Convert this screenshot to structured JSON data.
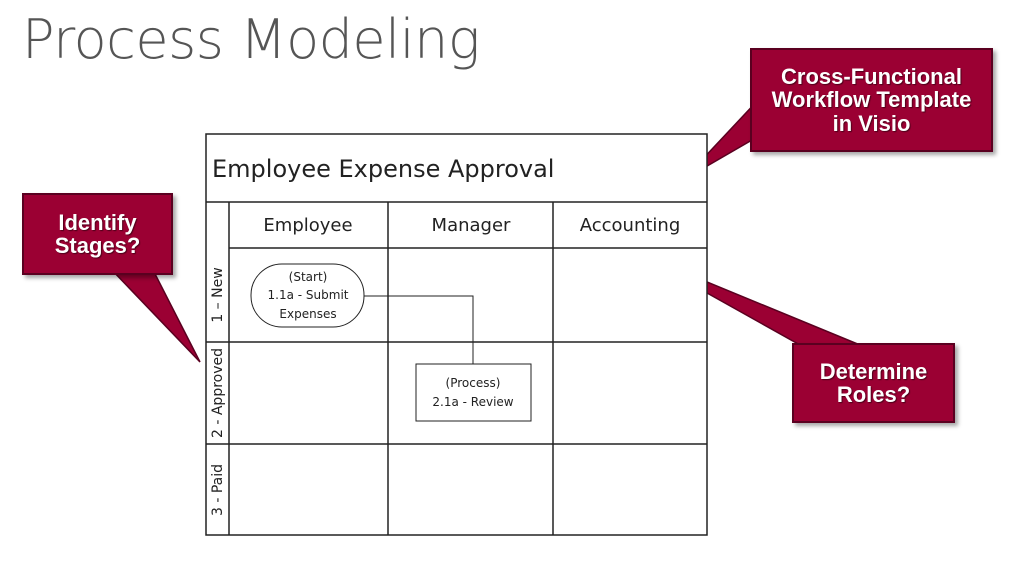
{
  "slide": {
    "title": "Process Modeling"
  },
  "diagram": {
    "title": "Employee Expense Approval",
    "roles": [
      "Employee",
      "Manager",
      "Accounting"
    ],
    "stages": [
      "1 – New",
      "2 - Approved",
      "3 - Paid"
    ],
    "shapes": {
      "start": {
        "line1": "(Start)",
        "line2": "1.1a - Submit",
        "line3": "Expenses"
      },
      "process": {
        "line1": "(Process)",
        "line2": "2.1a - Review"
      }
    }
  },
  "callouts": {
    "template": "Cross-Functional\nWorkflow Template\nin Visio",
    "stages": "Identify\nStages?",
    "roles": "Determine\nRoles?"
  },
  "colors": {
    "callout_fill": "#9b0033",
    "callout_border": "#5a0020",
    "title_text": "#555555"
  }
}
